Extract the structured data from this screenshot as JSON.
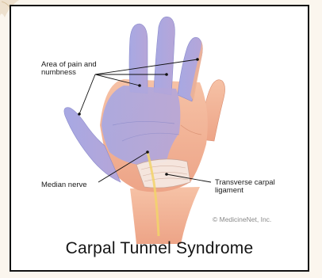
{
  "labels": {
    "pain_area": "Area of pain and\nnumbness",
    "median_nerve": "Median nerve",
    "ligament": "Transverse carpal\nligament"
  },
  "credit": "© MedicineNet, Inc.",
  "title": "Carpal Tunnel Syndrome",
  "colors": {
    "skin": "#f3b596",
    "skin_shadow": "#e29a7a",
    "affected_area": "#9e9fdf",
    "ligament": "#f6e9e2",
    "nerve": "#f2d36a",
    "frame": "#111111",
    "background": "#fbf6ee"
  }
}
